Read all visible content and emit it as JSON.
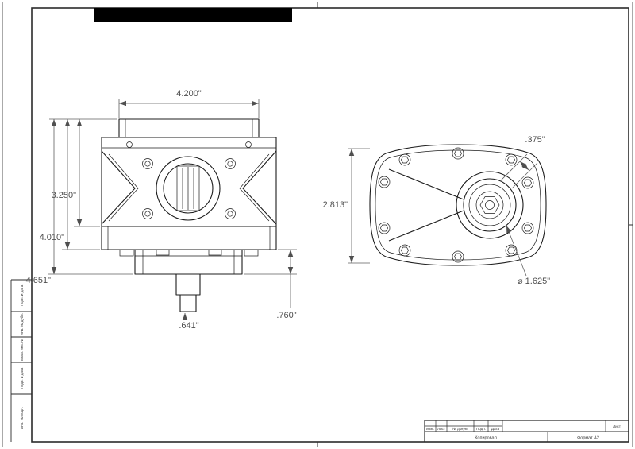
{
  "dims": {
    "side_width": "4.200\"",
    "side_h1": "3.250\"",
    "side_h2": "4.010\"",
    "side_h3": "4.651\"",
    "side_shaft": ".641\"",
    "side_hub": ".760\"",
    "front_height": "2.813\"",
    "front_offset": ".375\"",
    "front_bore": "⌀ 1.625\""
  },
  "frame": {
    "title_block": {
      "cols": [
        "Изм.",
        "Лист",
        "№ докум.",
        "Подп.",
        "Дата"
      ],
      "sheet_label": "Лист",
      "copied": "Копировал",
      "format": "Формат А2"
    },
    "side_strip": [
      "Подп. и дата",
      "Инв. № дубл.",
      "Взам. инв. №",
      "Подп. и дата",
      "Инв. № подл."
    ]
  }
}
